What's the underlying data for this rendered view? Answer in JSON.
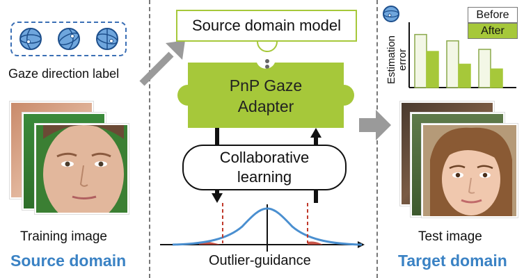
{
  "left": {
    "gaze_label": "Gaze direction label",
    "training_label": "Training image",
    "domain_label": "Source domain"
  },
  "center": {
    "source_model": "Source domain model",
    "adapter_line1": "PnP Gaze",
    "adapter_line2": "Adapter",
    "collab_line1": "Collaborative",
    "collab_line2": "learning",
    "outlier_label": "Outlier-guidance"
  },
  "right": {
    "legend_before": "Before",
    "legend_after": "After",
    "ylabel_line1": "Estimation",
    "ylabel_line2": "error",
    "test_label": "Test image",
    "domain_label": "Target domain"
  },
  "chart_data": {
    "type": "bar",
    "categories": [
      "",
      "",
      ""
    ],
    "series": [
      {
        "name": "Before",
        "values": [
          1.0,
          0.88,
          0.72
        ]
      },
      {
        "name": "After",
        "values": [
          0.68,
          0.44,
          0.35
        ]
      }
    ],
    "ylabel": "Estimation error",
    "ylim": [
      0,
      1.1
    ],
    "legend": "top-right"
  },
  "colors": {
    "accent_green": "#a6c83a",
    "domain_blue": "#3a82c4",
    "curve_blue": "#4a8fd0",
    "outlier_red": "#c0392b"
  }
}
